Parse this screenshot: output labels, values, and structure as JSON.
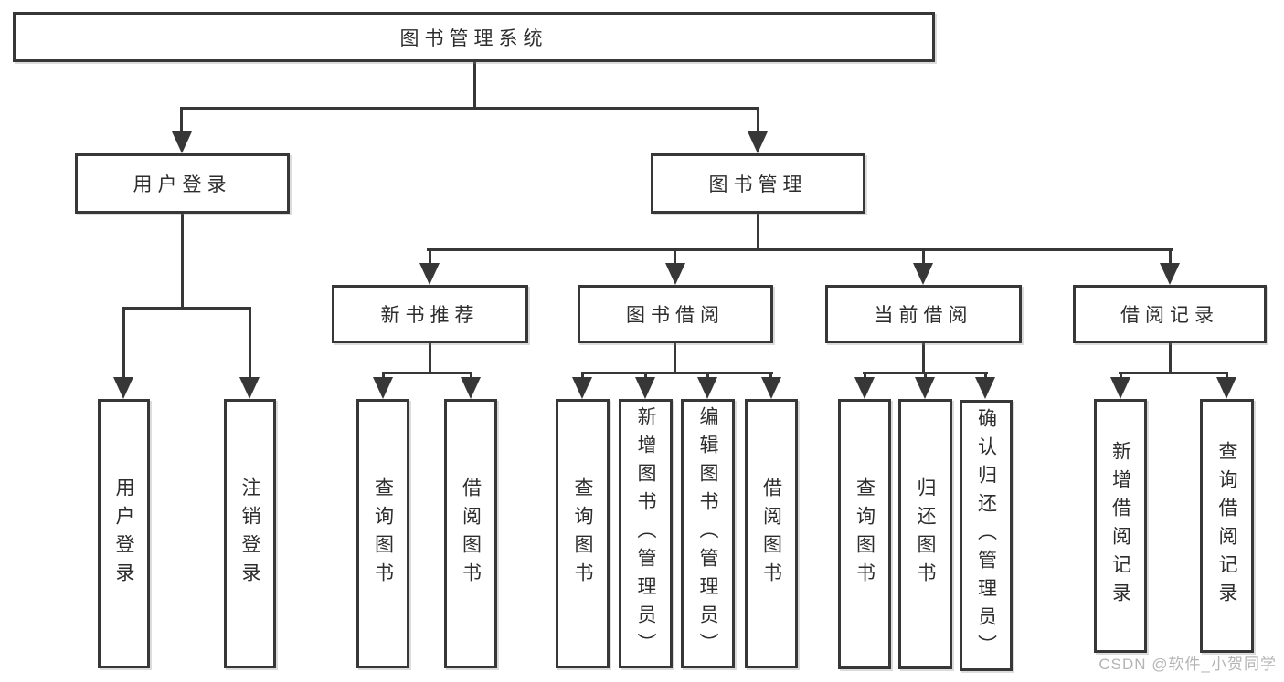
{
  "colors": {
    "line": "#373737",
    "text": "#2d2d2d",
    "watermark": "#b4b4b4",
    "background": "#ffffff"
  },
  "tree": {
    "label": "图书管理系统",
    "children": [
      {
        "label": "用户登录",
        "children": [
          {
            "label": "用户登录"
          },
          {
            "label": "注销登录"
          }
        ]
      },
      {
        "label": "图书管理",
        "children": [
          {
            "label": "新书推荐",
            "children": [
              {
                "label": "查询图书"
              },
              {
                "label": "借阅图书"
              }
            ]
          },
          {
            "label": "图书借阅",
            "children": [
              {
                "label": "查询图书"
              },
              {
                "label": "新增图书（管理员）"
              },
              {
                "label": "编辑图书（管理员）"
              },
              {
                "label": "借阅图书"
              }
            ]
          },
          {
            "label": "当前借阅",
            "children": [
              {
                "label": "查询图书"
              },
              {
                "label": "归还图书"
              },
              {
                "label": "确认归还（管理员）"
              }
            ]
          },
          {
            "label": "借阅记录",
            "children": [
              {
                "label": "新增借阅记录"
              },
              {
                "label": "查询借阅记录"
              }
            ]
          }
        ]
      }
    ]
  },
  "watermark": {
    "text": "CSDN @软件_小贺同学"
  }
}
